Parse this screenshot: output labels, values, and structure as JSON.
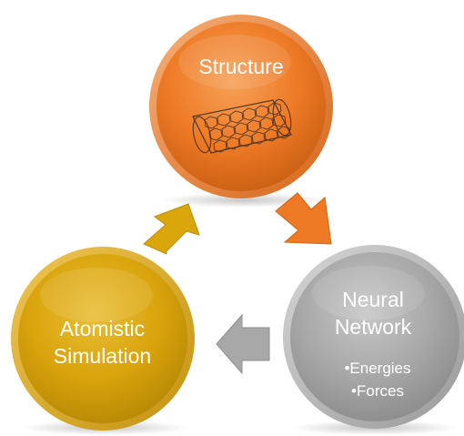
{
  "nodes": {
    "structure": {
      "label": "Structure",
      "color": "#F07E2B"
    },
    "neural": {
      "line1": "Neural",
      "line2": "Network",
      "bullets": [
        "•Energies",
        "•Forces"
      ],
      "color": "#A6A6A6"
    },
    "atomistic": {
      "line1": "Atomistic",
      "line2": "Simulation",
      "color": "#D9A60C"
    }
  },
  "icons": {
    "structure_image": "carbon-nanotube-icon",
    "arrow_structure_to_network": "arrow-down-right",
    "arrow_network_to_simulation": "arrow-left",
    "arrow_simulation_to_structure": "arrow-up-right"
  }
}
